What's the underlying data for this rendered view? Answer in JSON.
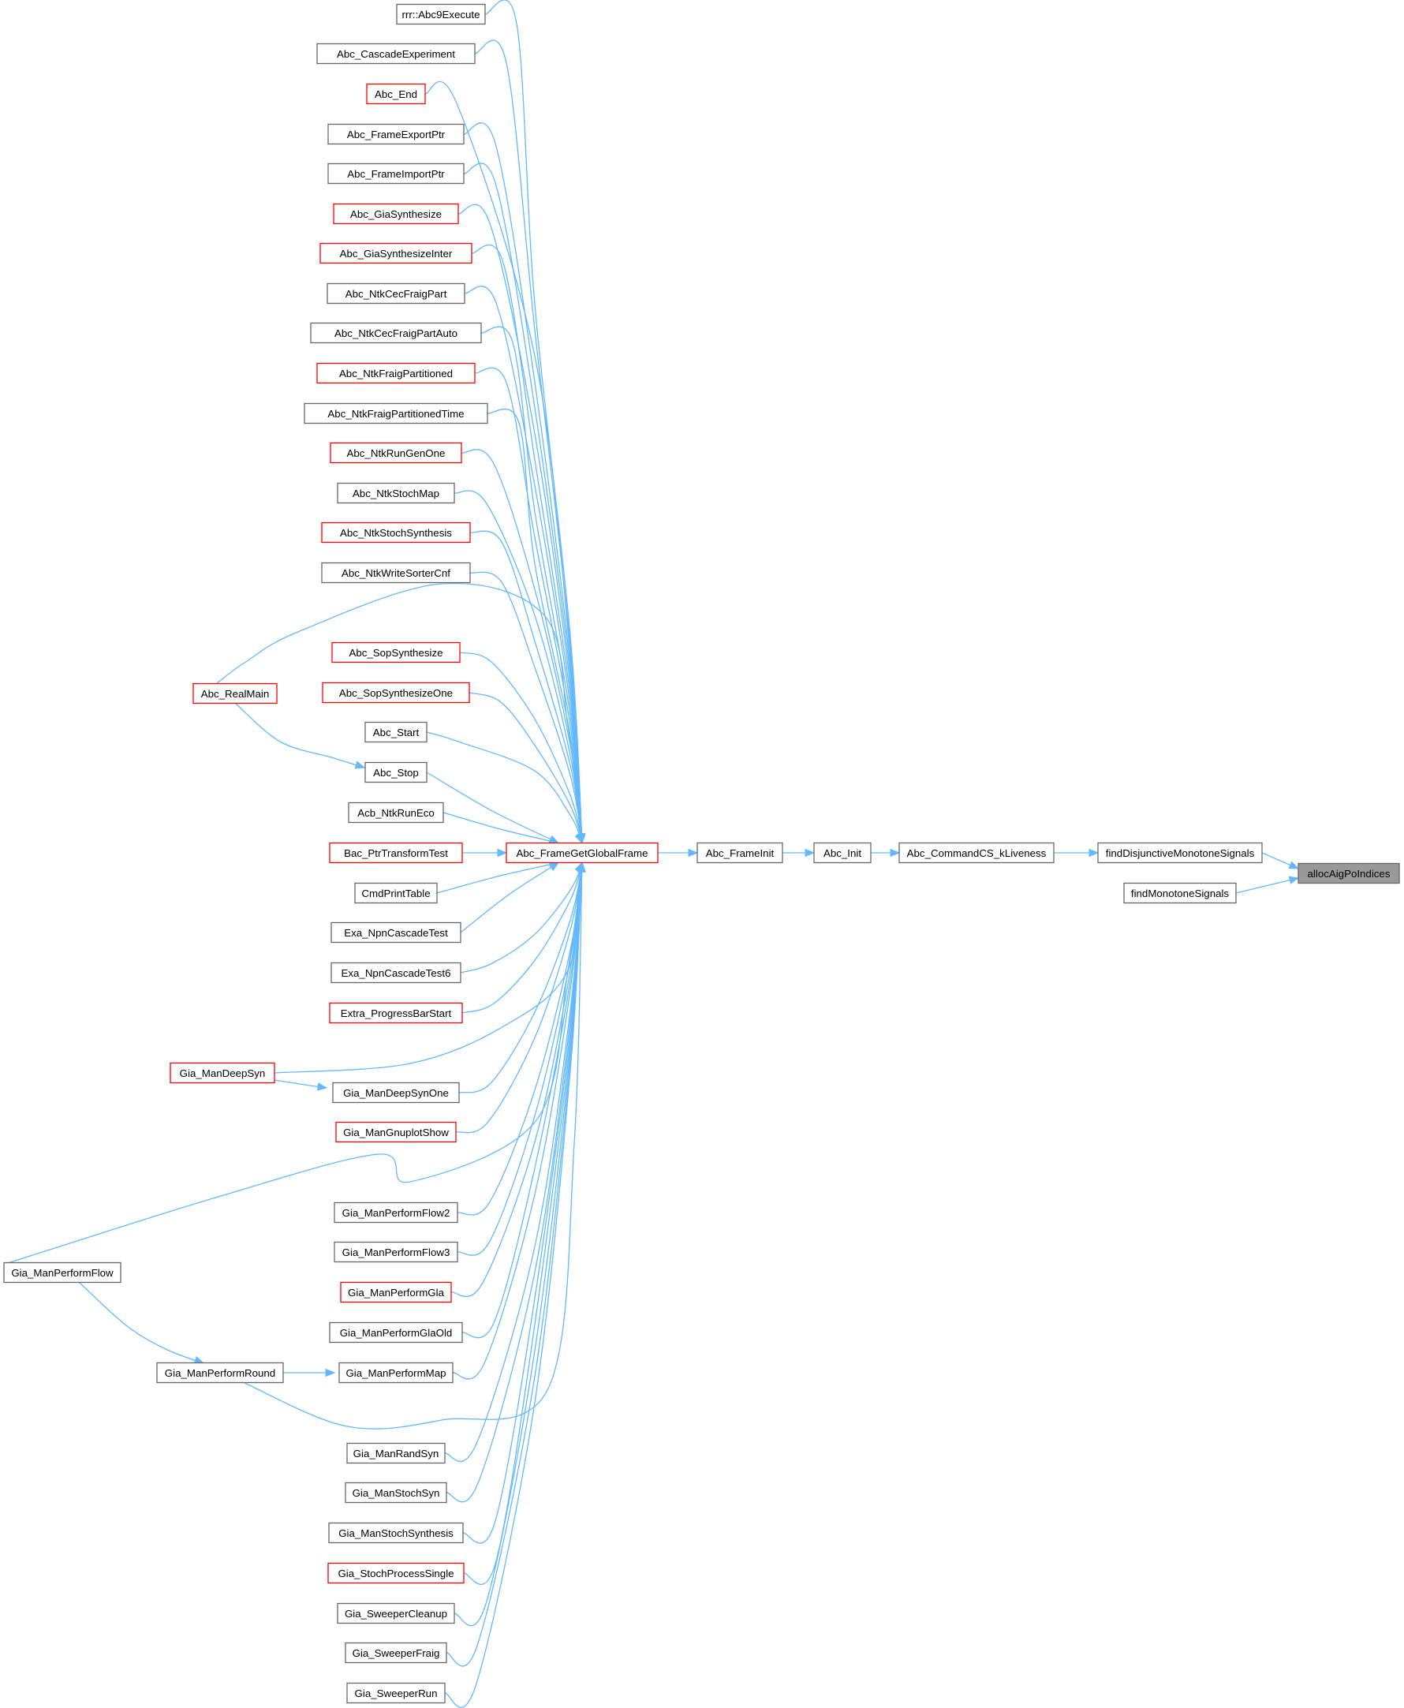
{
  "graph": {
    "type": "call-graph",
    "colors": {
      "edge": "#63b8ff",
      "node_border": "#666666",
      "node_border_red": "#ff0000",
      "focus_fill": "#999999"
    },
    "nodes": [
      {
        "id": "rrr_Abc9Execute",
        "label": "rrr::Abc9Execute",
        "style": "normal"
      },
      {
        "id": "Abc_CascadeExperiment",
        "label": "Abc_CascadeExperiment",
        "style": "normal"
      },
      {
        "id": "Abc_End",
        "label": "Abc_End",
        "style": "red"
      },
      {
        "id": "Abc_FrameExportPtr",
        "label": "Abc_FrameExportPtr",
        "style": "normal"
      },
      {
        "id": "Abc_FrameImportPtr",
        "label": "Abc_FrameImportPtr",
        "style": "normal"
      },
      {
        "id": "Abc_GiaSynthesize",
        "label": "Abc_GiaSynthesize",
        "style": "red"
      },
      {
        "id": "Abc_GiaSynthesizeInter",
        "label": "Abc_GiaSynthesizeInter",
        "style": "red"
      },
      {
        "id": "Abc_NtkCecFraigPart",
        "label": "Abc_NtkCecFraigPart",
        "style": "normal"
      },
      {
        "id": "Abc_NtkCecFraigPartAuto",
        "label": "Abc_NtkCecFraigPartAuto",
        "style": "normal"
      },
      {
        "id": "Abc_NtkFraigPartitioned",
        "label": "Abc_NtkFraigPartitioned",
        "style": "red"
      },
      {
        "id": "Abc_NtkFraigPartitionedTime",
        "label": "Abc_NtkFraigPartitionedTime",
        "style": "normal"
      },
      {
        "id": "Abc_NtkRunGenOne",
        "label": "Abc_NtkRunGenOne",
        "style": "red"
      },
      {
        "id": "Abc_NtkStochMap",
        "label": "Abc_NtkStochMap",
        "style": "normal"
      },
      {
        "id": "Abc_NtkStochSynthesis",
        "label": "Abc_NtkStochSynthesis",
        "style": "red"
      },
      {
        "id": "Abc_NtkWriteSorterCnf",
        "label": "Abc_NtkWriteSorterCnf",
        "style": "normal"
      },
      {
        "id": "Abc_SopSynthesize",
        "label": "Abc_SopSynthesize",
        "style": "red"
      },
      {
        "id": "Abc_SopSynthesizeOne",
        "label": "Abc_SopSynthesizeOne",
        "style": "red"
      },
      {
        "id": "Abc_Start",
        "label": "Abc_Start",
        "style": "normal"
      },
      {
        "id": "Abc_Stop",
        "label": "Abc_Stop",
        "style": "normal"
      },
      {
        "id": "Acb_NtkRunEco",
        "label": "Acb_NtkRunEco",
        "style": "normal"
      },
      {
        "id": "Bac_PtrTransformTest",
        "label": "Bac_PtrTransformTest",
        "style": "red"
      },
      {
        "id": "CmdPrintTable",
        "label": "CmdPrintTable",
        "style": "normal"
      },
      {
        "id": "Exa_NpnCascadeTest",
        "label": "Exa_NpnCascadeTest",
        "style": "normal"
      },
      {
        "id": "Exa_NpnCascadeTest6",
        "label": "Exa_NpnCascadeTest6",
        "style": "normal"
      },
      {
        "id": "Extra_ProgressBarStart",
        "label": "Extra_ProgressBarStart",
        "style": "red"
      },
      {
        "id": "Gia_ManDeepSynOne",
        "label": "Gia_ManDeepSynOne",
        "style": "normal"
      },
      {
        "id": "Gia_ManGnuplotShow",
        "label": "Gia_ManGnuplotShow",
        "style": "red"
      },
      {
        "id": "Gia_ManPerformFlow2",
        "label": "Gia_ManPerformFlow2",
        "style": "normal"
      },
      {
        "id": "Gia_ManPerformFlow3",
        "label": "Gia_ManPerformFlow3",
        "style": "normal"
      },
      {
        "id": "Gia_ManPerformGla",
        "label": "Gia_ManPerformGla",
        "style": "red"
      },
      {
        "id": "Gia_ManPerformGlaOld",
        "label": "Gia_ManPerformGlaOld",
        "style": "normal"
      },
      {
        "id": "Gia_ManPerformMap",
        "label": "Gia_ManPerformMap",
        "style": "normal"
      },
      {
        "id": "Gia_ManRandSyn",
        "label": "Gia_ManRandSyn",
        "style": "normal"
      },
      {
        "id": "Gia_ManStochSyn",
        "label": "Gia_ManStochSyn",
        "style": "normal"
      },
      {
        "id": "Gia_ManStochSynthesis",
        "label": "Gia_ManStochSynthesis",
        "style": "normal"
      },
      {
        "id": "Gia_StochProcessSingle",
        "label": "Gia_StochProcessSingle",
        "style": "red"
      },
      {
        "id": "Gia_SweeperCleanup",
        "label": "Gia_SweeperCleanup",
        "style": "normal"
      },
      {
        "id": "Gia_SweeperFraig",
        "label": "Gia_SweeperFraig",
        "style": "normal"
      },
      {
        "id": "Gia_SweeperRun",
        "label": "Gia_SweeperRun",
        "style": "normal"
      },
      {
        "id": "Abc_RealMain",
        "label": "Abc_RealMain",
        "style": "red"
      },
      {
        "id": "Gia_ManDeepSyn",
        "label": "Gia_ManDeepSyn",
        "style": "red"
      },
      {
        "id": "Gia_ManPerformFlow",
        "label": "Gia_ManPerformFlow",
        "style": "normal"
      },
      {
        "id": "Gia_ManPerformRound",
        "label": "Gia_ManPerformRound",
        "style": "normal"
      },
      {
        "id": "Abc_FrameGetGlobalFrame",
        "label": "Abc_FrameGetGlobalFrame",
        "style": "red"
      },
      {
        "id": "Abc_FrameInit",
        "label": "Abc_FrameInit",
        "style": "normal"
      },
      {
        "id": "Abc_Init",
        "label": "Abc_Init",
        "style": "normal"
      },
      {
        "id": "Abc_CommandCS_kLiveness",
        "label": "Abc_CommandCS_kLiveness",
        "style": "normal"
      },
      {
        "id": "findDisjunctiveMonotoneSignals",
        "label": "findDisjunctiveMonotoneSignals",
        "style": "normal"
      },
      {
        "id": "findMonotoneSignals",
        "label": "findMonotoneSignals",
        "style": "normal"
      },
      {
        "id": "allocAigPoIndices",
        "label": "allocAigPoIndices",
        "style": "focus"
      }
    ],
    "edges": [
      {
        "from": "findDisjunctiveMonotoneSignals",
        "to": "allocAigPoIndices"
      },
      {
        "from": "findMonotoneSignals",
        "to": "allocAigPoIndices"
      },
      {
        "from": "Abc_CommandCS_kLiveness",
        "to": "findDisjunctiveMonotoneSignals"
      },
      {
        "from": "Abc_Init",
        "to": "Abc_CommandCS_kLiveness"
      },
      {
        "from": "Abc_FrameInit",
        "to": "Abc_Init"
      },
      {
        "from": "Abc_FrameGetGlobalFrame",
        "to": "Abc_FrameInit"
      },
      {
        "from": "rrr_Abc9Execute",
        "to": "Abc_FrameGetGlobalFrame"
      },
      {
        "from": "Abc_CascadeExperiment",
        "to": "Abc_FrameGetGlobalFrame"
      },
      {
        "from": "Abc_End",
        "to": "Abc_FrameGetGlobalFrame"
      },
      {
        "from": "Abc_FrameExportPtr",
        "to": "Abc_FrameGetGlobalFrame"
      },
      {
        "from": "Abc_FrameImportPtr",
        "to": "Abc_FrameGetGlobalFrame"
      },
      {
        "from": "Abc_GiaSynthesize",
        "to": "Abc_FrameGetGlobalFrame"
      },
      {
        "from": "Abc_GiaSynthesizeInter",
        "to": "Abc_FrameGetGlobalFrame"
      },
      {
        "from": "Abc_NtkCecFraigPart",
        "to": "Abc_FrameGetGlobalFrame"
      },
      {
        "from": "Abc_NtkCecFraigPartAuto",
        "to": "Abc_FrameGetGlobalFrame"
      },
      {
        "from": "Abc_NtkFraigPartitioned",
        "to": "Abc_FrameGetGlobalFrame"
      },
      {
        "from": "Abc_NtkFraigPartitionedTime",
        "to": "Abc_FrameGetGlobalFrame"
      },
      {
        "from": "Abc_NtkRunGenOne",
        "to": "Abc_FrameGetGlobalFrame"
      },
      {
        "from": "Abc_NtkStochMap",
        "to": "Abc_FrameGetGlobalFrame"
      },
      {
        "from": "Abc_NtkStochSynthesis",
        "to": "Abc_FrameGetGlobalFrame"
      },
      {
        "from": "Abc_NtkWriteSorterCnf",
        "to": "Abc_FrameGetGlobalFrame"
      },
      {
        "from": "Abc_SopSynthesize",
        "to": "Abc_FrameGetGlobalFrame"
      },
      {
        "from": "Abc_SopSynthesizeOne",
        "to": "Abc_FrameGetGlobalFrame"
      },
      {
        "from": "Abc_Start",
        "to": "Abc_FrameGetGlobalFrame"
      },
      {
        "from": "Abc_Stop",
        "to": "Abc_FrameGetGlobalFrame"
      },
      {
        "from": "Acb_NtkRunEco",
        "to": "Abc_FrameGetGlobalFrame"
      },
      {
        "from": "Bac_PtrTransformTest",
        "to": "Abc_FrameGetGlobalFrame"
      },
      {
        "from": "CmdPrintTable",
        "to": "Abc_FrameGetGlobalFrame"
      },
      {
        "from": "Exa_NpnCascadeTest",
        "to": "Abc_FrameGetGlobalFrame"
      },
      {
        "from": "Exa_NpnCascadeTest6",
        "to": "Abc_FrameGetGlobalFrame"
      },
      {
        "from": "Extra_ProgressBarStart",
        "to": "Abc_FrameGetGlobalFrame"
      },
      {
        "from": "Gia_ManDeepSynOne",
        "to": "Abc_FrameGetGlobalFrame"
      },
      {
        "from": "Gia_ManGnuplotShow",
        "to": "Abc_FrameGetGlobalFrame"
      },
      {
        "from": "Gia_ManPerformFlow2",
        "to": "Abc_FrameGetGlobalFrame"
      },
      {
        "from": "Gia_ManPerformFlow3",
        "to": "Abc_FrameGetGlobalFrame"
      },
      {
        "from": "Gia_ManPerformGla",
        "to": "Abc_FrameGetGlobalFrame"
      },
      {
        "from": "Gia_ManPerformGlaOld",
        "to": "Abc_FrameGetGlobalFrame"
      },
      {
        "from": "Gia_ManPerformMap",
        "to": "Abc_FrameGetGlobalFrame"
      },
      {
        "from": "Gia_ManRandSyn",
        "to": "Abc_FrameGetGlobalFrame"
      },
      {
        "from": "Gia_ManStochSyn",
        "to": "Abc_FrameGetGlobalFrame"
      },
      {
        "from": "Gia_ManStochSynthesis",
        "to": "Abc_FrameGetGlobalFrame"
      },
      {
        "from": "Gia_StochProcessSingle",
        "to": "Abc_FrameGetGlobalFrame"
      },
      {
        "from": "Gia_SweeperCleanup",
        "to": "Abc_FrameGetGlobalFrame"
      },
      {
        "from": "Gia_SweeperFraig",
        "to": "Abc_FrameGetGlobalFrame"
      },
      {
        "from": "Gia_SweeperRun",
        "to": "Abc_FrameGetGlobalFrame"
      },
      {
        "from": "Abc_RealMain",
        "to": "Abc_FrameGetGlobalFrame"
      },
      {
        "from": "Gia_ManDeepSyn",
        "to": "Abc_FrameGetGlobalFrame"
      },
      {
        "from": "Gia_ManPerformFlow",
        "to": "Abc_FrameGetGlobalFrame"
      },
      {
        "from": "Gia_ManPerformRound",
        "to": "Abc_FrameGetGlobalFrame"
      },
      {
        "from": "Abc_RealMain",
        "to": "Abc_Stop"
      },
      {
        "from": "Gia_ManDeepSyn",
        "to": "Gia_ManDeepSynOne"
      },
      {
        "from": "Gia_ManPerformFlow",
        "to": "Gia_ManPerformRound"
      },
      {
        "from": "Gia_ManPerformRound",
        "to": "Gia_ManPerformMap"
      }
    ]
  }
}
